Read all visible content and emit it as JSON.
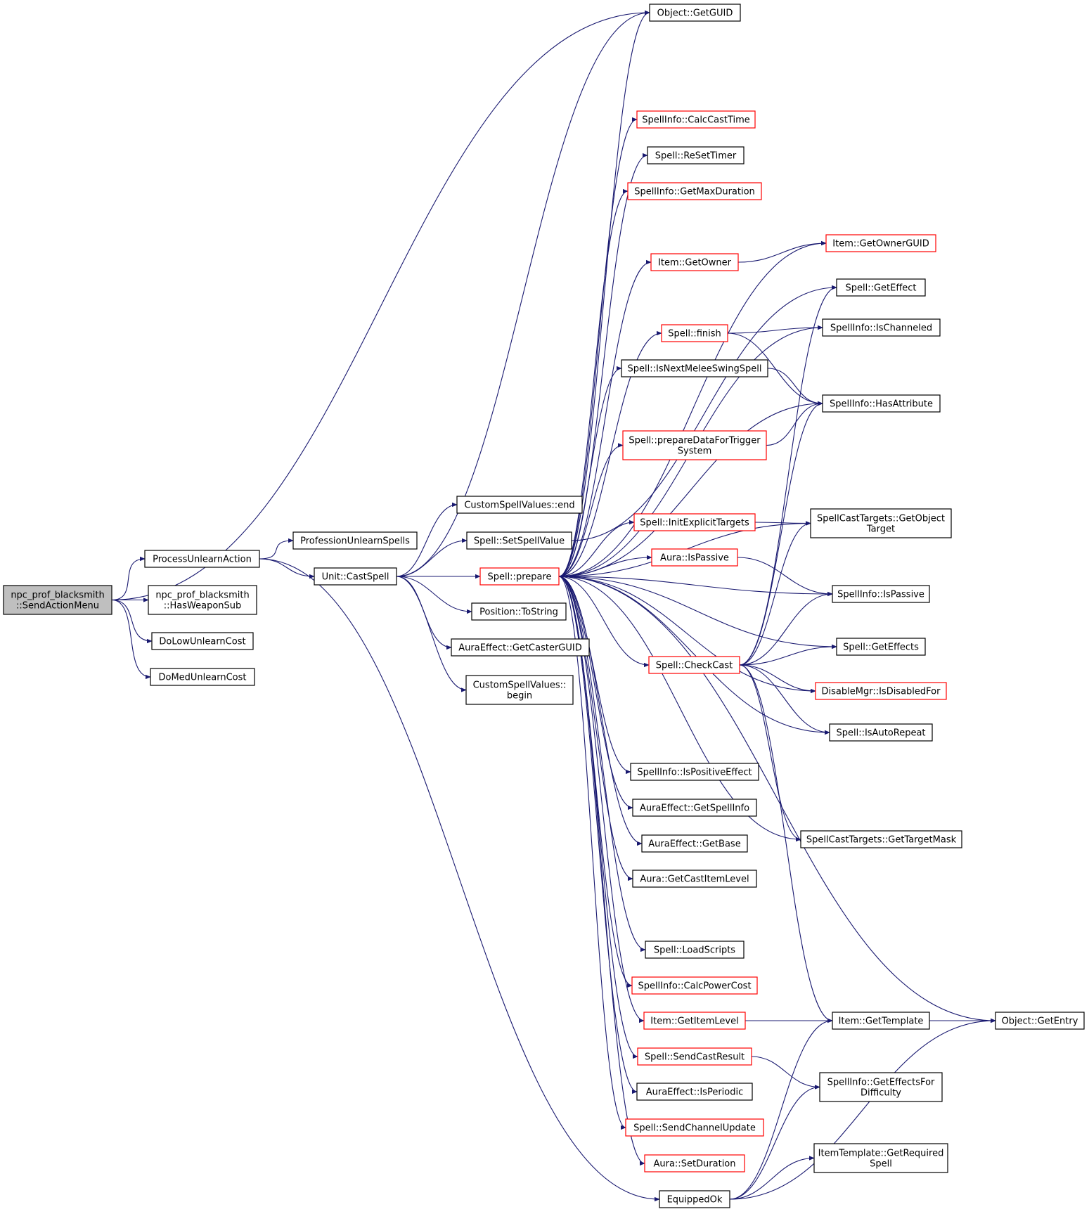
{
  "colors": {
    "edge": "#191970",
    "node_border_normal": "#000000",
    "node_border_truncated": "#ff0000",
    "node_fill_focus": "#bfbfbf",
    "node_fill": "#ffffff",
    "text": "#000000"
  },
  "nodes": {
    "npc_send": {
      "lines": [
        "npc_prof_blacksmith",
        "::SendActionMenu"
      ],
      "style": "focus"
    },
    "process_unlearn": {
      "lines": [
        "ProcessUnlearnAction"
      ],
      "style": "normal"
    },
    "has_weapon_sub": {
      "lines": [
        "npc_prof_blacksmith",
        "::HasWeaponSub"
      ],
      "style": "normal"
    },
    "do_low": {
      "lines": [
        "DoLowUnlearnCost"
      ],
      "style": "normal"
    },
    "do_med": {
      "lines": [
        "DoMedUnlearnCost"
      ],
      "style": "normal"
    },
    "prof_unlearn": {
      "lines": [
        "ProfessionUnlearnSpells"
      ],
      "style": "normal"
    },
    "unit_cast": {
      "lines": [
        "Unit::CastSpell"
      ],
      "style": "normal"
    },
    "csv_end": {
      "lines": [
        "CustomSpellValues::end"
      ],
      "style": "normal"
    },
    "set_spell_value": {
      "lines": [
        "Spell::SetSpellValue"
      ],
      "style": "normal"
    },
    "spell_prepare": {
      "lines": [
        "Spell::prepare"
      ],
      "style": "truncated"
    },
    "pos_tostring": {
      "lines": [
        "Position::ToString"
      ],
      "style": "normal"
    },
    "aura_caster_guid": {
      "lines": [
        "AuraEffect::GetCasterGUID"
      ],
      "style": "normal"
    },
    "csv_begin": {
      "lines": [
        "CustomSpellValues::",
        "begin"
      ],
      "style": "normal"
    },
    "get_guid": {
      "lines": [
        "Object::GetGUID"
      ],
      "style": "normal"
    },
    "calc_cast_time": {
      "lines": [
        "SpellInfo::CalcCastTime"
      ],
      "style": "truncated"
    },
    "reset_timer": {
      "lines": [
        "Spell::ReSetTimer"
      ],
      "style": "normal"
    },
    "get_max_duration": {
      "lines": [
        "SpellInfo::GetMaxDuration"
      ],
      "style": "truncated"
    },
    "item_get_owner": {
      "lines": [
        "Item::GetOwner"
      ],
      "style": "truncated"
    },
    "spell_finish": {
      "lines": [
        "Spell::finish"
      ],
      "style": "truncated"
    },
    "is_next_melee": {
      "lines": [
        "Spell::IsNextMeleeSwingSpell"
      ],
      "style": "normal"
    },
    "prepare_trigger": {
      "lines": [
        "Spell::prepareDataForTrigger",
        "System"
      ],
      "style": "truncated"
    },
    "init_explicit": {
      "lines": [
        "Spell::InitExplicitTargets"
      ],
      "style": "truncated"
    },
    "aura_is_passive": {
      "lines": [
        "Aura::IsPassive"
      ],
      "style": "truncated"
    },
    "check_cast": {
      "lines": [
        "Spell::CheckCast"
      ],
      "style": "truncated"
    },
    "is_positive_effect": {
      "lines": [
        "SpellInfo::IsPositiveEffect"
      ],
      "style": "normal"
    },
    "ae_get_spell_info": {
      "lines": [
        "AuraEffect::GetSpellInfo"
      ],
      "style": "normal"
    },
    "ae_get_base": {
      "lines": [
        "AuraEffect::GetBase"
      ],
      "style": "normal"
    },
    "aura_cast_item_level": {
      "lines": [
        "Aura::GetCastItemLevel"
      ],
      "style": "normal"
    },
    "load_scripts": {
      "lines": [
        "Spell::LoadScripts"
      ],
      "style": "normal"
    },
    "calc_power_cost": {
      "lines": [
        "SpellInfo::CalcPowerCost"
      ],
      "style": "truncated"
    },
    "item_get_item_level": {
      "lines": [
        "Item::GetItemLevel"
      ],
      "style": "truncated"
    },
    "send_cast_result": {
      "lines": [
        "Spell::SendCastResult"
      ],
      "style": "truncated"
    },
    "ae_is_periodic": {
      "lines": [
        "AuraEffect::IsPeriodic"
      ],
      "style": "normal"
    },
    "send_channel_update": {
      "lines": [
        "Spell::SendChannelUpdate"
      ],
      "style": "truncated"
    },
    "aura_set_duration": {
      "lines": [
        "Aura::SetDuration"
      ],
      "style": "truncated"
    },
    "equipped_ok": {
      "lines": [
        "EquippedOk"
      ],
      "style": "normal"
    },
    "item_owner_guid": {
      "lines": [
        "Item::GetOwnerGUID"
      ],
      "style": "truncated"
    },
    "spell_get_effect": {
      "lines": [
        "Spell::GetEffect"
      ],
      "style": "normal"
    },
    "si_is_channeled": {
      "lines": [
        "SpellInfo::IsChanneled"
      ],
      "style": "normal"
    },
    "si_has_attribute": {
      "lines": [
        "SpellInfo::HasAttribute"
      ],
      "style": "normal"
    },
    "sct_get_object_target": {
      "lines": [
        "SpellCastTargets::GetObject",
        "Target"
      ],
      "style": "normal"
    },
    "si_is_passive": {
      "lines": [
        "SpellInfo::IsPassive"
      ],
      "style": "normal"
    },
    "spell_get_effects": {
      "lines": [
        "Spell::GetEffects"
      ],
      "style": "normal"
    },
    "disable_mgr": {
      "lines": [
        "DisableMgr::IsDisabledFor"
      ],
      "style": "truncated"
    },
    "is_auto_repeat": {
      "lines": [
        "Spell::IsAutoRepeat"
      ],
      "style": "normal"
    },
    "sct_get_target_mask": {
      "lines": [
        "SpellCastTargets::GetTargetMask"
      ],
      "style": "normal"
    },
    "item_get_template": {
      "lines": [
        "Item::GetTemplate"
      ],
      "style": "normal"
    },
    "si_effects_for_difficulty": {
      "lines": [
        "SpellInfo::GetEffectsFor",
        "Difficulty"
      ],
      "style": "normal"
    },
    "item_template_required_spell": {
      "lines": [
        "ItemTemplate::GetRequired",
        "Spell"
      ],
      "style": "normal"
    },
    "object_get_entry": {
      "lines": [
        "Object::GetEntry"
      ],
      "style": "normal"
    }
  },
  "edges": [
    [
      "npc_send",
      "get_guid"
    ],
    [
      "npc_send",
      "process_unlearn"
    ],
    [
      "npc_send",
      "has_weapon_sub"
    ],
    [
      "npc_send",
      "do_low"
    ],
    [
      "npc_send",
      "do_med"
    ],
    [
      "process_unlearn",
      "prof_unlearn"
    ],
    [
      "process_unlearn",
      "unit_cast"
    ],
    [
      "process_unlearn",
      "equipped_ok"
    ],
    [
      "unit_cast",
      "get_guid"
    ],
    [
      "unit_cast",
      "csv_end"
    ],
    [
      "unit_cast",
      "set_spell_value"
    ],
    [
      "unit_cast",
      "spell_prepare"
    ],
    [
      "unit_cast",
      "pos_tostring"
    ],
    [
      "unit_cast",
      "aura_caster_guid"
    ],
    [
      "unit_cast",
      "csv_begin"
    ],
    [
      "set_spell_value",
      "spell_get_effect"
    ],
    [
      "spell_prepare",
      "get_guid"
    ],
    [
      "spell_prepare",
      "calc_cast_time"
    ],
    [
      "spell_prepare",
      "reset_timer"
    ],
    [
      "spell_prepare",
      "get_max_duration"
    ],
    [
      "spell_prepare",
      "item_owner_guid"
    ],
    [
      "spell_prepare",
      "item_get_owner"
    ],
    [
      "spell_prepare",
      "si_is_channeled"
    ],
    [
      "spell_prepare",
      "spell_finish"
    ],
    [
      "spell_prepare",
      "is_next_melee"
    ],
    [
      "spell_prepare",
      "si_has_attribute"
    ],
    [
      "spell_prepare",
      "prepare_trigger"
    ],
    [
      "spell_prepare",
      "sct_get_object_target"
    ],
    [
      "spell_prepare",
      "init_explicit"
    ],
    [
      "spell_prepare",
      "aura_is_passive"
    ],
    [
      "spell_prepare",
      "si_is_passive"
    ],
    [
      "spell_prepare",
      "spell_get_effects"
    ],
    [
      "spell_prepare",
      "check_cast"
    ],
    [
      "spell_prepare",
      "disable_mgr"
    ],
    [
      "spell_prepare",
      "is_auto_repeat"
    ],
    [
      "spell_prepare",
      "is_positive_effect"
    ],
    [
      "spell_prepare",
      "ae_get_spell_info"
    ],
    [
      "spell_prepare",
      "ae_get_base"
    ],
    [
      "spell_prepare",
      "aura_cast_item_level"
    ],
    [
      "spell_prepare",
      "sct_get_target_mask"
    ],
    [
      "spell_prepare",
      "load_scripts"
    ],
    [
      "spell_prepare",
      "calc_power_cost"
    ],
    [
      "spell_prepare",
      "item_get_item_level"
    ],
    [
      "spell_prepare",
      "send_cast_result"
    ],
    [
      "spell_prepare",
      "ae_is_periodic"
    ],
    [
      "spell_prepare",
      "send_channel_update"
    ],
    [
      "spell_prepare",
      "aura_set_duration"
    ],
    [
      "spell_prepare",
      "object_get_entry"
    ],
    [
      "item_get_owner",
      "item_owner_guid"
    ],
    [
      "spell_finish",
      "si_is_channeled"
    ],
    [
      "spell_finish",
      "si_has_attribute"
    ],
    [
      "is_next_melee",
      "si_has_attribute"
    ],
    [
      "prepare_trigger",
      "si_has_attribute"
    ],
    [
      "init_explicit",
      "sct_get_object_target"
    ],
    [
      "aura_is_passive",
      "si_is_passive"
    ],
    [
      "check_cast",
      "spell_get_effect"
    ],
    [
      "check_cast",
      "si_has_attribute"
    ],
    [
      "check_cast",
      "sct_get_object_target"
    ],
    [
      "check_cast",
      "si_is_passive"
    ],
    [
      "check_cast",
      "spell_get_effects"
    ],
    [
      "check_cast",
      "disable_mgr"
    ],
    [
      "check_cast",
      "is_auto_repeat"
    ],
    [
      "check_cast",
      "sct_get_target_mask"
    ],
    [
      "check_cast",
      "item_get_template"
    ],
    [
      "item_get_item_level",
      "item_get_template"
    ],
    [
      "send_cast_result",
      "si_effects_for_difficulty"
    ],
    [
      "item_get_template",
      "object_get_entry"
    ],
    [
      "equipped_ok",
      "item_get_template"
    ],
    [
      "equipped_ok",
      "si_effects_for_difficulty"
    ],
    [
      "equipped_ok",
      "item_template_required_spell"
    ],
    [
      "equipped_ok",
      "object_get_entry"
    ]
  ]
}
